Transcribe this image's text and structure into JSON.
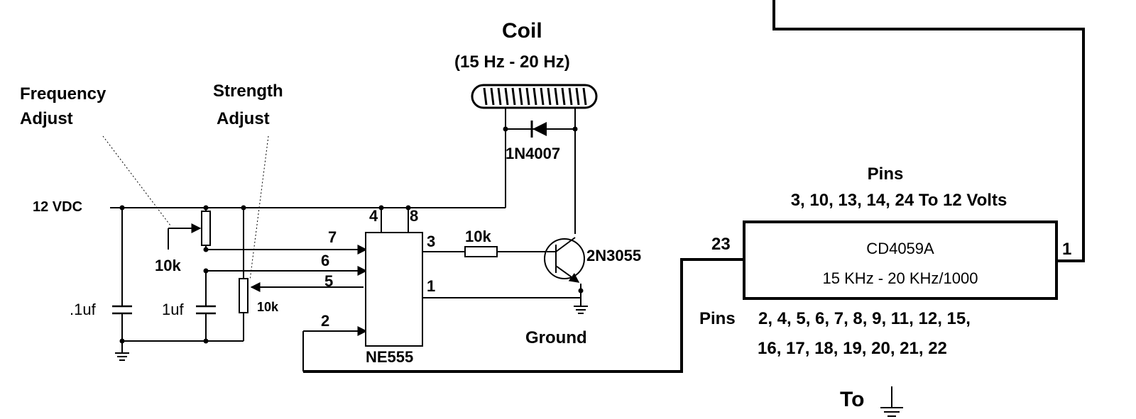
{
  "coil": {
    "title": "Coil",
    "freq": "(15 Hz - 20 Hz)"
  },
  "annotations": {
    "frequency_line1": "Frequency",
    "frequency_line2": "Adjust",
    "strength_line1": "Strength",
    "strength_line2": "Adjust"
  },
  "supply": {
    "label": "12 VDC"
  },
  "components": {
    "diode": "1N4007",
    "resistor_base": "10k",
    "pot_frequency": "10k",
    "pot_strength": "10k",
    "cap1": ".1uf",
    "cap2": "1uf",
    "transistor": "2N3055",
    "timer": "NE555",
    "ground": "Ground"
  },
  "ne555_pins": {
    "p4": "4",
    "p8": "8",
    "p7": "7",
    "p6": "6",
    "p5": "5",
    "p3": "3",
    "p1": "1",
    "p2": "2"
  },
  "divider": {
    "chip": "CD4059A",
    "ratio": "15 KHz - 20 KHz/1000",
    "pin_in": "23",
    "pin_out": "1",
    "pins_title": "Pins",
    "pins_supply": "3, 10, 13, 14, 24 To 12 Volts",
    "pins_ground_prefix": "Pins",
    "pins_ground_line1": "2, 4, 5, 6, 7, 8, 9, 11, 12, 15,",
    "pins_ground_line2": "16, 17, 18, 19, 20, 21, 22",
    "to_label": "To"
  },
  "colors": {
    "ink": "#000000",
    "background": "#ffffff"
  },
  "icons": [
    "ground-symbol",
    "npn-transistor",
    "diode",
    "potentiometer",
    "capacitor",
    "resistor",
    "coil"
  ]
}
